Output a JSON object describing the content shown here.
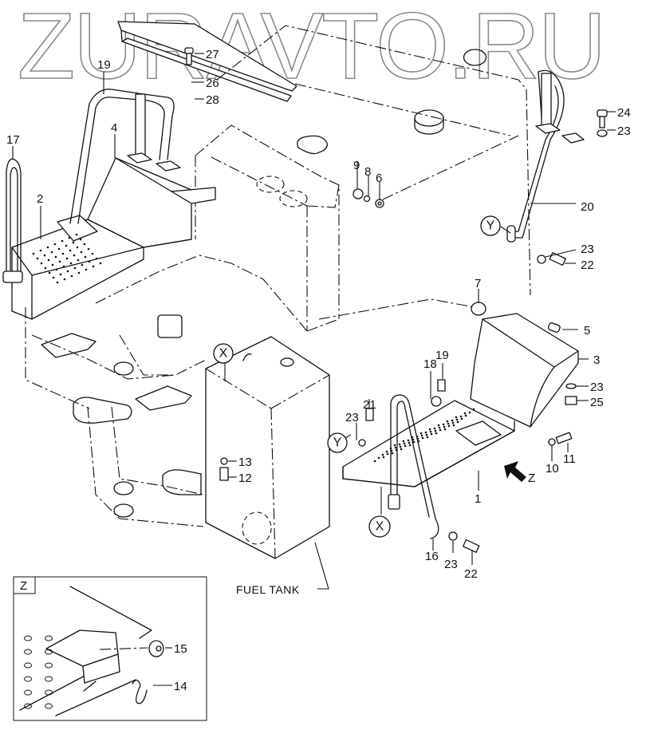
{
  "watermark": "ZURAVTO.RU",
  "diagram": {
    "type": "exploded parts diagram",
    "callouts": [
      {
        "id": "c1",
        "label": "1"
      },
      {
        "id": "c2",
        "label": "2"
      },
      {
        "id": "c3",
        "label": "3"
      },
      {
        "id": "c4",
        "label": "4"
      },
      {
        "id": "c5",
        "label": "5"
      },
      {
        "id": "c6",
        "label": "6"
      },
      {
        "id": "c7",
        "label": "7"
      },
      {
        "id": "c8",
        "label": "8"
      },
      {
        "id": "c9",
        "label": "9"
      },
      {
        "id": "c10",
        "label": "10"
      },
      {
        "id": "c11",
        "label": "11"
      },
      {
        "id": "c12",
        "label": "12"
      },
      {
        "id": "c13",
        "label": "13"
      },
      {
        "id": "c16",
        "label": "16"
      },
      {
        "id": "c17",
        "label": "17"
      },
      {
        "id": "c18",
        "label": "18"
      },
      {
        "id": "c19",
        "label": "19"
      },
      {
        "id": "c20",
        "label": "20"
      },
      {
        "id": "c21",
        "label": "21"
      },
      {
        "id": "c22a",
        "label": "22"
      },
      {
        "id": "c22b",
        "label": "22"
      },
      {
        "id": "c22c",
        "label": "22"
      },
      {
        "id": "c23a",
        "label": "23"
      },
      {
        "id": "c23b",
        "label": "23"
      },
      {
        "id": "c23c",
        "label": "23"
      },
      {
        "id": "c23d",
        "label": "23"
      },
      {
        "id": "c23e",
        "label": "23"
      },
      {
        "id": "c24",
        "label": "24"
      },
      {
        "id": "c25",
        "label": "25"
      },
      {
        "id": "c26",
        "label": "26"
      },
      {
        "id": "c27",
        "label": "27"
      },
      {
        "id": "c28",
        "label": "28"
      }
    ],
    "reference_marks": [
      {
        "id": "x1",
        "label": "X"
      },
      {
        "id": "x2",
        "label": "X"
      },
      {
        "id": "y1",
        "label": "Y"
      },
      {
        "id": "y2",
        "label": "Y"
      }
    ],
    "view_arrow_label": "Z",
    "fuel_tank_label": "FUEL TANK",
    "inset": {
      "title": "Z",
      "callouts": [
        {
          "id": "c15",
          "label": "15"
        },
        {
          "id": "c14",
          "label": "14"
        }
      ]
    }
  }
}
